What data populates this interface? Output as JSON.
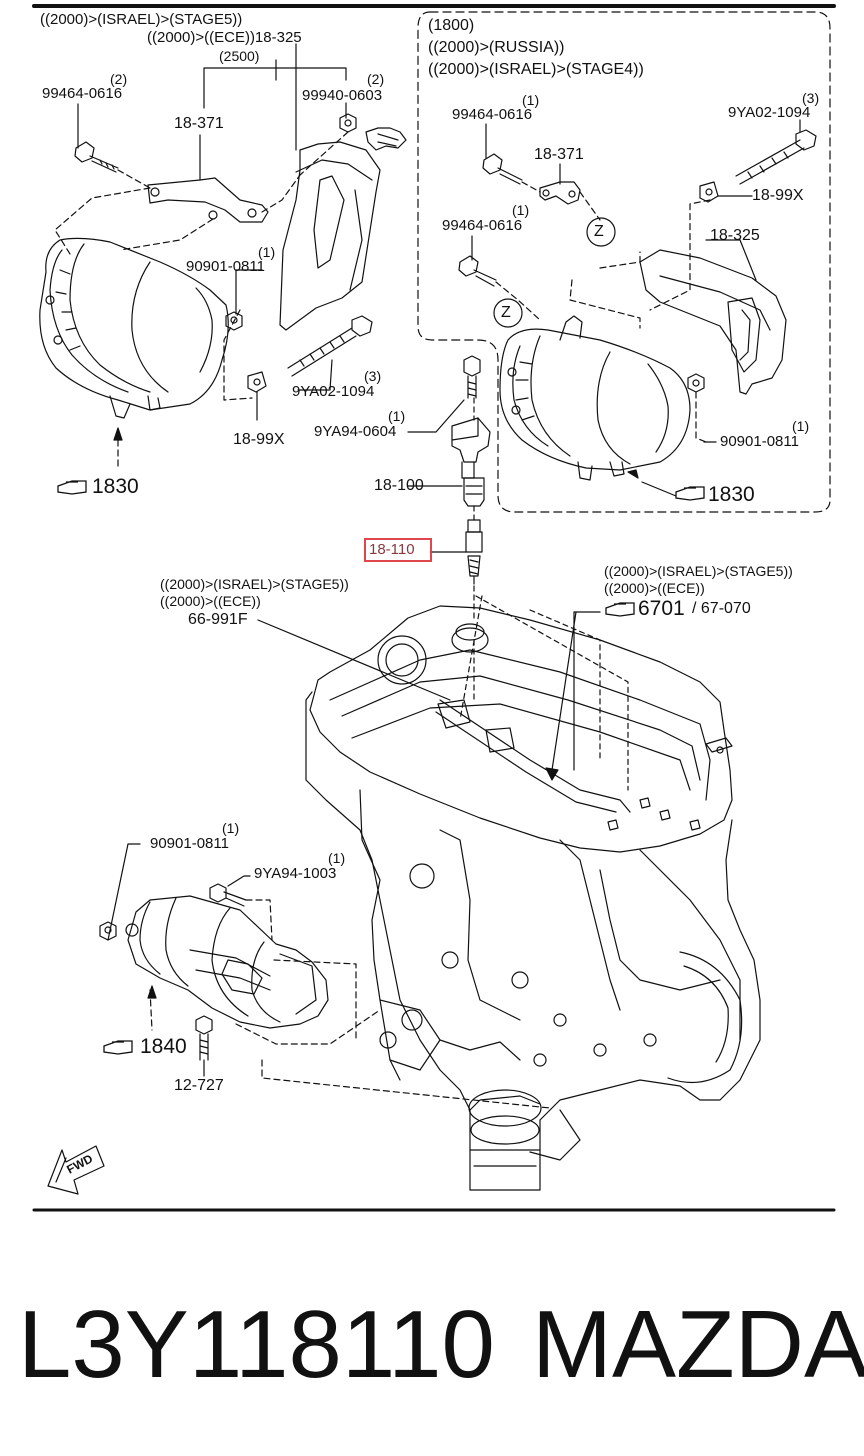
{
  "labels": {
    "israel_stage5_top": "((2000)>(ISRAEL)>(STAGE5))",
    "ece_18_325": "((2000)>((ECE))18-325",
    "qty_2500": "(2500)",
    "qty_2_a": "(2)",
    "p99464_0616_a": "99464-0616",
    "qty_2_b": "(2)",
    "p99940_0603": "99940-0603",
    "p18_371_a": "18-371",
    "qty_1_a": "(1)",
    "p90901_0811_a": "90901-0811",
    "qty_3_a": "(3)",
    "p9ya02_1094_a": "9YA02-1094",
    "p18_99x_a": "18-99X",
    "ref_1830_a": "1830",
    "group_1800": "(1800)",
    "russia": "((2000)>(RUSSIA))",
    "israel_stage4": "((2000)>(ISRAEL)>(STAGE4))",
    "qty_1_b": "(1)",
    "p99464_0616_b": "99464-0616",
    "qty_3_b": "(3)",
    "p9ya02_1094_b": "9YA02-1094",
    "p18_371_b": "18-371",
    "p18_99x_b": "18-99X",
    "qty_1_c": "(1)",
    "p99464_0616_c": "99464-0616",
    "p18_325": "18-325",
    "z_a": "Z",
    "z_b": "Z",
    "qty_1_d": "(1)",
    "p90901_0811_b": "90901-0811",
    "ref_1830_b": "1830",
    "qty_1_e": "(1)",
    "p9ya94_0604": "9YA94-0604",
    "p18_100": "18-100",
    "p18_110": "18-110",
    "israel_stage5_mid_left": "((2000)>(ISRAEL)>(STAGE5))",
    "ece_mid_left": "((2000)>((ECE))",
    "p66_991f": "66-991F",
    "israel_stage5_mid_right": "((2000)>(ISRAEL)>(STAGE5))",
    "ece_mid_right": "((2000)>((ECE))",
    "ref_6701": "6701",
    "ref_67_070": "/ 67-070",
    "qty_1_f": "(1)",
    "p90901_0811_c": "90901-0811",
    "qty_1_g": "(1)",
    "p9ya94_1003": "9YA94-1003",
    "ref_1840": "1840",
    "p12_727": "12-727",
    "fwd": "FWD"
  },
  "footer": {
    "part_number": "L3Y118110",
    "brand": "MAZDA"
  },
  "colors": {
    "line": "#111111",
    "highlight_border": "#e0474c",
    "highlight_text": "#8a3a3e",
    "background": "#ffffff"
  }
}
